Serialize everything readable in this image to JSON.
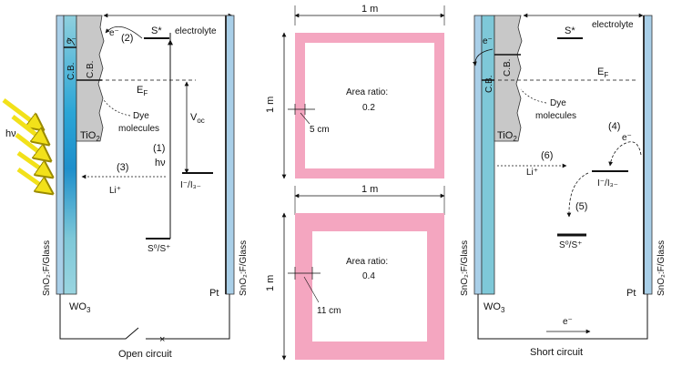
{
  "left_panel": {
    "electron_arrow": "e⁻",
    "step2": "(2)",
    "s_star": "S*",
    "electrolyte": "electrolyte",
    "e_minus": "e⁻",
    "cb_wo3": "C.B.",
    "cb_tio2": "C.B.",
    "ef": "E",
    "ef_sub": "F",
    "dye": "Dye",
    "molecules": "molecules",
    "hv_light": "hν",
    "tio2": "TiO",
    "tio2_sub": "2",
    "voc": "V",
    "voc_sub": "oc",
    "step1": "(1)",
    "hv": "hν",
    "step3": "(3)",
    "li": "Li⁺",
    "redox": "I⁻/I₃₋",
    "s0": "S⁰/S⁺",
    "sno2_left": "SnO₂:F/Glass",
    "sno2_right": "SnO₂:F/Glass",
    "pt": "Pt",
    "wo3": "WO",
    "wo3_sub": "3",
    "circuit": "Open circuit"
  },
  "middle_panel": {
    "top": {
      "width": "1 m",
      "height": "1 m",
      "ratio_label": "Area ratio:",
      "ratio_value": "0.2",
      "border": "5 cm"
    },
    "bottom": {
      "width": "1 m",
      "height": "1 m",
      "ratio_label": "Area ratio:",
      "ratio_value": "0.4",
      "border": "11 cm"
    },
    "frame_color": "#f4a6c0"
  },
  "right_panel": {
    "e_minus": "e⁻",
    "s_star": "S*",
    "electrolyte": "electrolyte",
    "cb_wo3": "C.B.",
    "cb_tio2": "C.B.",
    "ef": "E",
    "ef_sub": "F",
    "dye": "Dye",
    "molecules": "molecules",
    "step4": "(4)",
    "e4": "e⁻",
    "tio2": "TiO",
    "tio2_sub": "2",
    "step6": "(6)",
    "li": "Li⁺",
    "redox": "I⁻/I₃₋",
    "step5": "(5)",
    "s0": "S⁰/S⁺",
    "sno2_left": "SnO₂:F/Glass",
    "sno2_right": "SnO₂:F/Glass",
    "pt": "Pt",
    "wo3": "WO",
    "wo3_sub": "3",
    "e_bottom": "e⁻",
    "circuit": "Short circuit"
  },
  "colors": {
    "glass": "#a9cfe8",
    "wo3": "#7ec8d8",
    "wo3_glow": "#1e9bd1",
    "tio2": "#c8c8c8",
    "photon": "#f2e11a",
    "pink": "#f4a6c0"
  }
}
